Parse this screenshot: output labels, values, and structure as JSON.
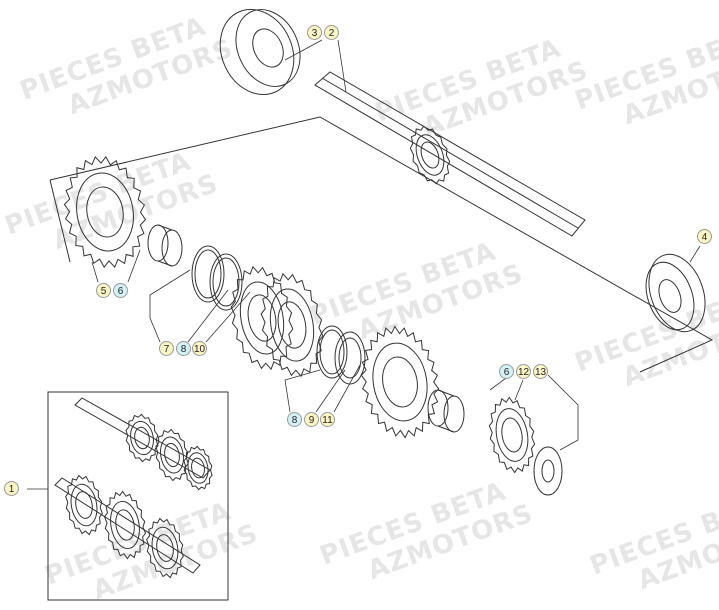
{
  "watermarks": [
    {
      "line1": "PIECES BETA",
      "line2": "AZMOTORS"
    }
  ],
  "colors": {
    "callout_default": "#fbf5c6",
    "callout_highlight": "#d4f1f5",
    "line": "#333333"
  },
  "callouts": [
    {
      "label": "3",
      "highlight": false
    },
    {
      "label": "2",
      "highlight": false
    },
    {
      "label": "4",
      "highlight": false
    },
    {
      "label": "5",
      "highlight": false
    },
    {
      "label": "6",
      "highlight": true
    },
    {
      "label": "7",
      "highlight": false
    },
    {
      "label": "8",
      "highlight": true
    },
    {
      "label": "10",
      "highlight": false
    },
    {
      "label": "8",
      "highlight": true
    },
    {
      "label": "9",
      "highlight": false
    },
    {
      "label": "11",
      "highlight": false
    },
    {
      "label": "6",
      "highlight": true
    },
    {
      "label": "12",
      "highlight": false
    },
    {
      "label": "13",
      "highlight": false
    },
    {
      "label": "1",
      "highlight": false
    }
  ]
}
